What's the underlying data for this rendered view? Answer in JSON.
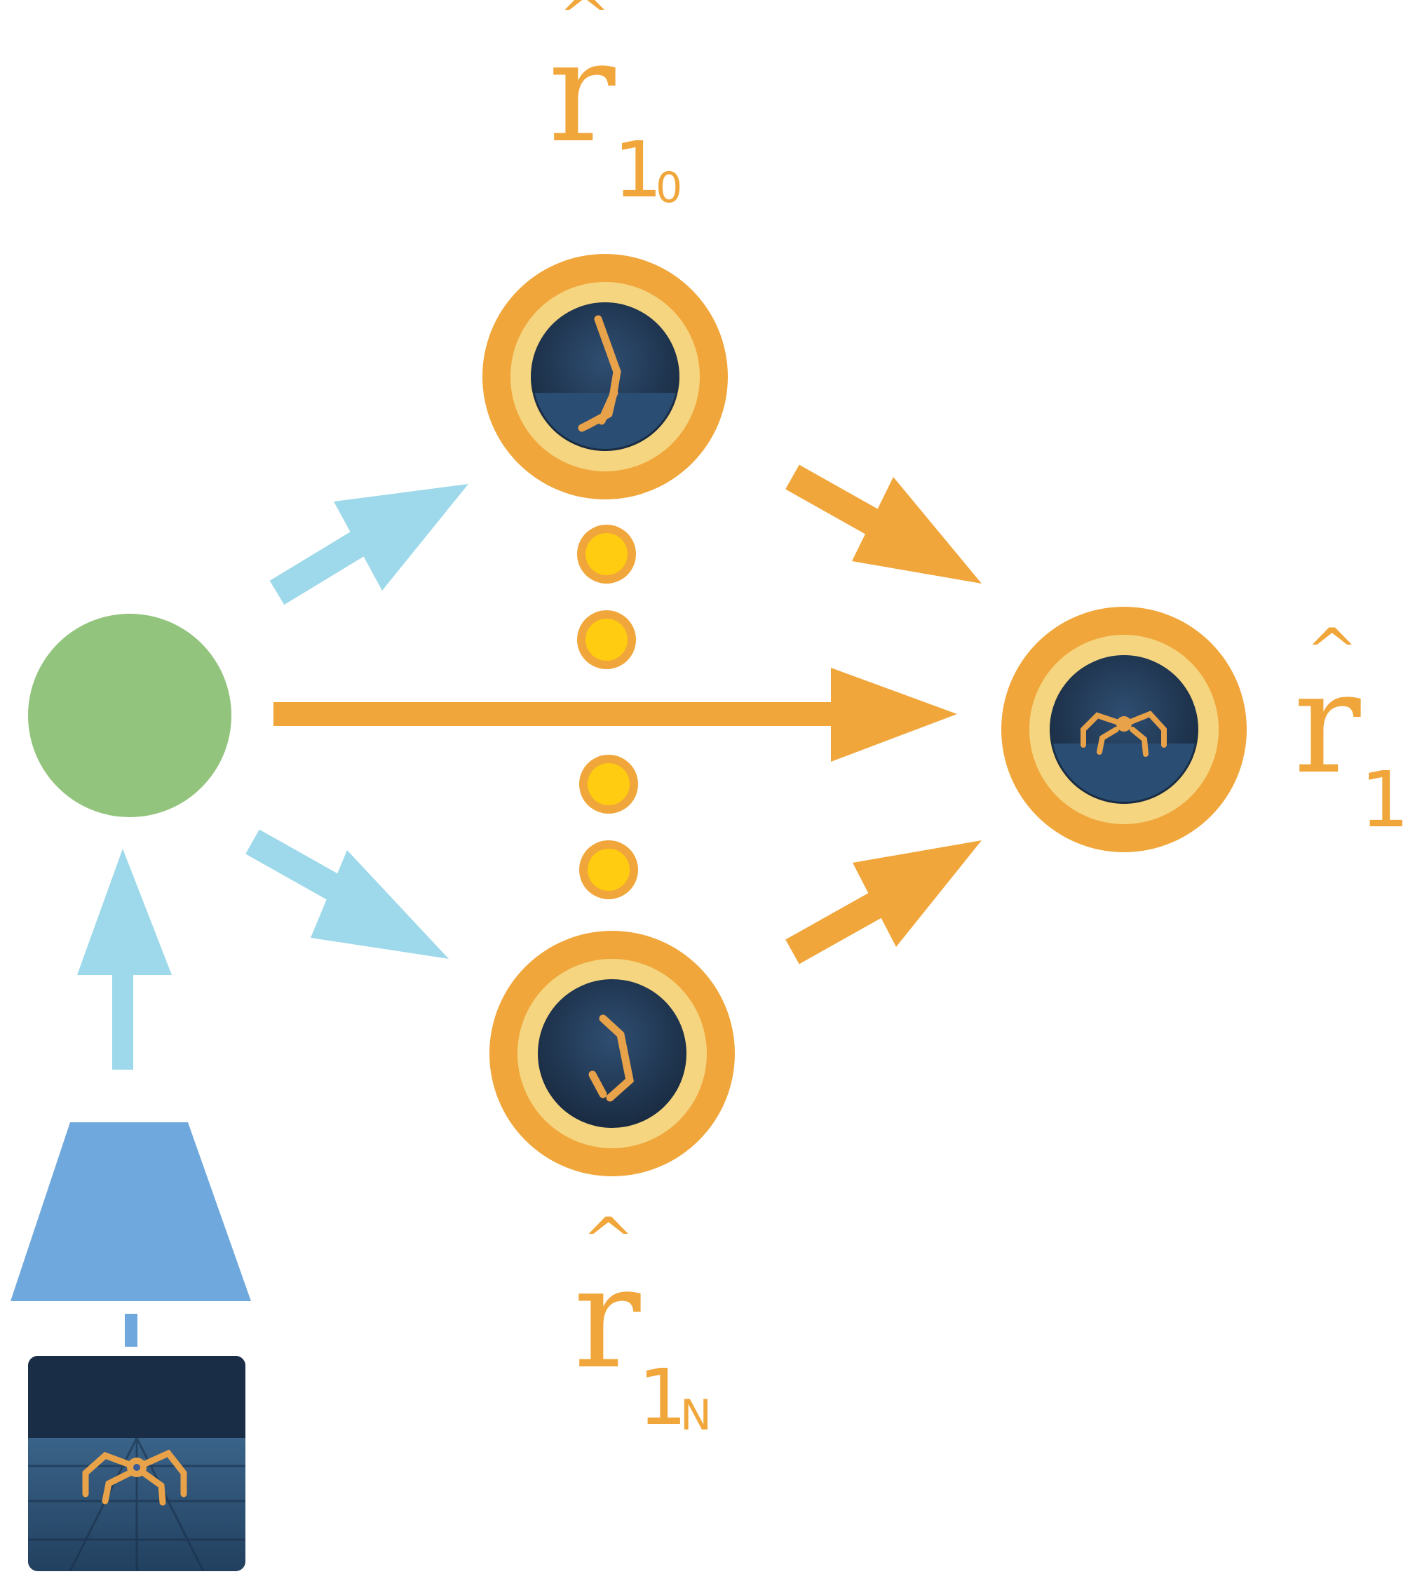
{
  "colors": {
    "reward_orange": "#f0a63a",
    "reward_ring_inner": "#f5d580",
    "ellipsis_dot": "#ffcc11",
    "latent_green": "#93c47d",
    "encoder_blue": "#6fa8dc",
    "arrow_light_blue": "#9dd9ea",
    "scene_dark": "#1e3550"
  },
  "labels": {
    "top": {
      "symbol": "r",
      "hat": "^",
      "sub": "1",
      "subsub": "0"
    },
    "bottom": {
      "symbol": "r",
      "hat": "^",
      "sub": "1",
      "subsub": "N"
    },
    "right": {
      "symbol": "r",
      "hat": "^",
      "sub": "1"
    }
  },
  "nodes": {
    "input_frame": "ant robot observation frame",
    "encoder": "encoder trapezoid",
    "latent": "latent state",
    "reward_top": "reward head with walker thumbnail",
    "reward_bottom": "reward head with hopper thumbnail",
    "reward_aggregate": "aggregated reward with ant thumbnail"
  }
}
